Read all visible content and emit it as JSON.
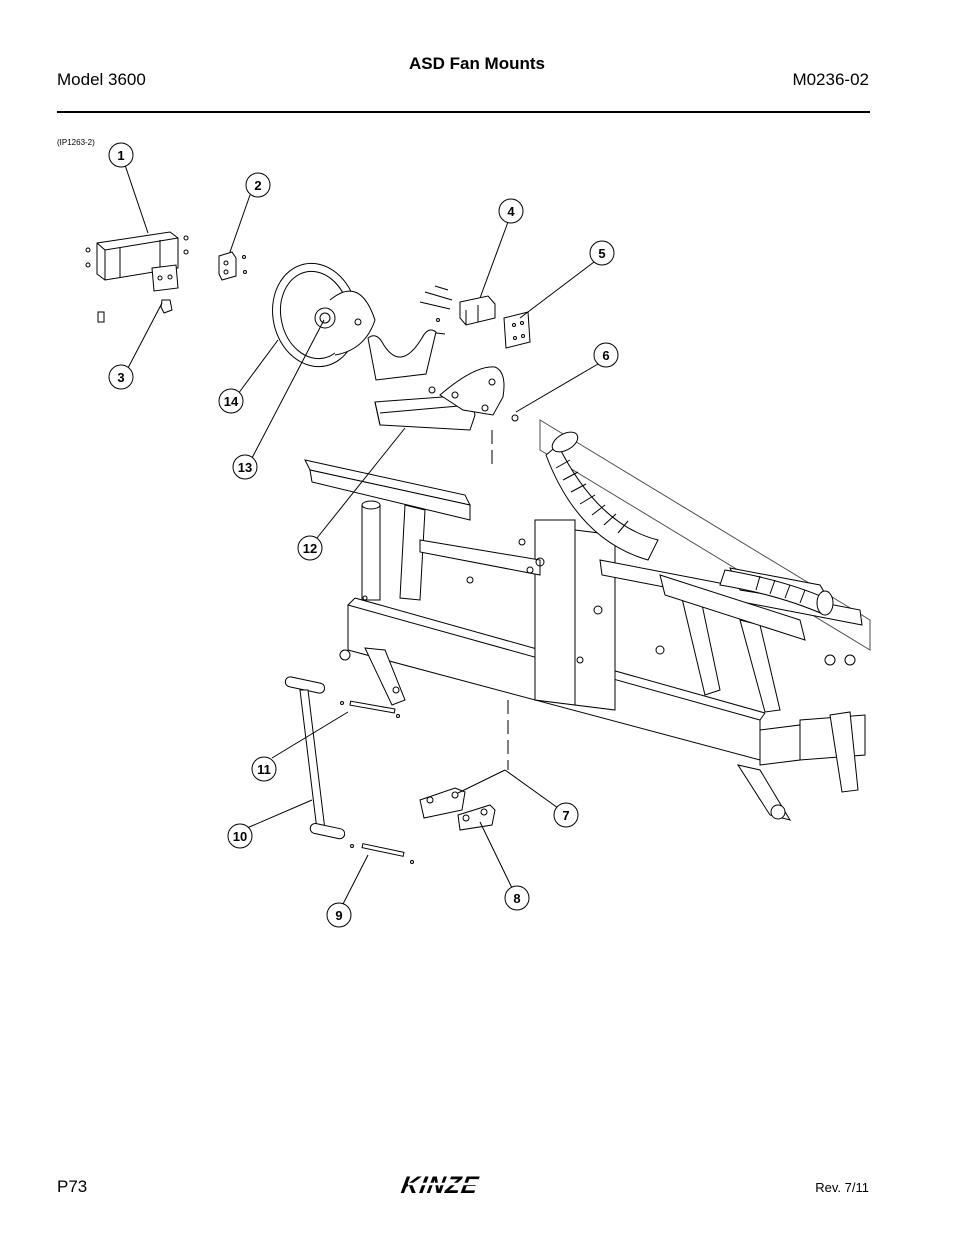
{
  "header": {
    "model": "Model 3600",
    "title": "ASD Fan Mounts",
    "doc_number": "M0236-02"
  },
  "figure": {
    "reference": "(IP1263-2)",
    "callouts": [
      "1",
      "2",
      "3",
      "4",
      "5",
      "6",
      "7",
      "8",
      "9",
      "10",
      "11",
      "12",
      "13",
      "14"
    ]
  },
  "footer": {
    "page": "P73",
    "brand": "KINZE",
    "revision": "Rev. 7/11"
  },
  "colors": {
    "ink": "#000000",
    "paper": "#ffffff"
  }
}
